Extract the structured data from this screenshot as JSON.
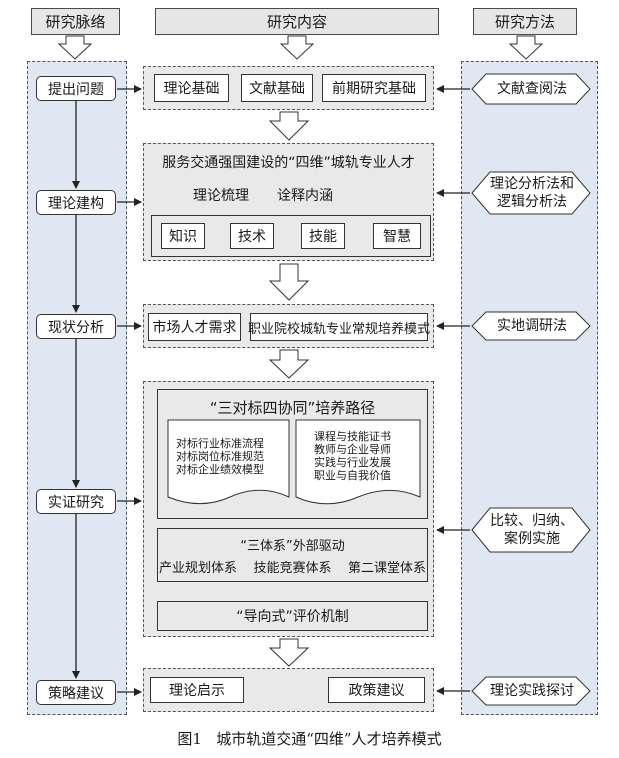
{
  "headers": {
    "context": "研究脉络",
    "content": "研究内容",
    "method": "研究方法"
  },
  "left_steps": [
    "提出问题",
    "理论建构",
    "现状分析",
    "实证研究",
    "策略建议"
  ],
  "methods": {
    "m1": "文献查阅法",
    "m2_line1": "理论分析法和",
    "m2_line2": "逻辑分析法",
    "m3": "实地调研法",
    "m4_line1": "比较、归纳、",
    "m4_line2": "案例实施",
    "m5": "理论实践探讨"
  },
  "row1": [
    "理论基础",
    "文献基础",
    "前期研究基础"
  ],
  "row2": {
    "title": "服务交通强国建设的“四维”城轨专业人才",
    "sub1": "理论梳理",
    "sub2": "诠释内涵",
    "items": [
      "知识",
      "技术",
      "技能",
      "智慧"
    ]
  },
  "row3": [
    "市场人才需求",
    "职业院校城轨专业常规培养模式"
  ],
  "row4": {
    "path_title": "“三对标四协同”培养路径",
    "left_doc": [
      "对标行业标准流程",
      "对标岗位标准规范",
      "对标企业绩效模型"
    ],
    "right_doc": [
      "课程与技能证书",
      "教师与企业导师",
      "实践与行业发展",
      "职业与自我价值"
    ],
    "system_title": "“三体系”外部驱动",
    "system_items": "产业规划体系    技能竞赛体系    第二课堂体系",
    "eval": "“导向式”评价机制"
  },
  "row5": [
    "理论启示",
    "政策建议"
  ],
  "caption": "图1   城市轨道交通“四维”人才培养模式"
}
